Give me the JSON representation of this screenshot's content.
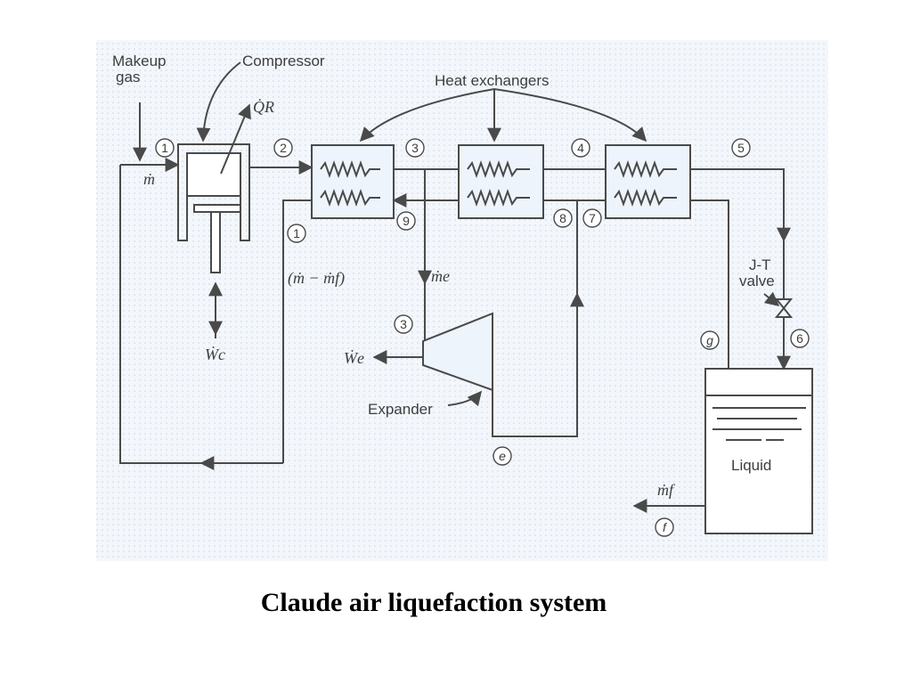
{
  "title": "Claude air liquefaction system",
  "labels": {
    "makeup_gas_line1": "Makeup",
    "makeup_gas_line2": "gas",
    "compressor": "Compressor",
    "heat_exchangers": "Heat exchangers",
    "expander": "Expander",
    "jt_valve_line1": "J-T",
    "jt_valve_line2": "valve",
    "liquid": "Liquid",
    "q_r": "Q̇R",
    "m_dot": "ṁ",
    "w_c": "Ẇc",
    "w_e": "Ẇe",
    "m_e": "ṁe",
    "m_f": "ṁf",
    "m_minus_mf": "(ṁ − ṁf)"
  },
  "state_points": [
    "1",
    "2",
    "3",
    "4",
    "5",
    "6",
    "7",
    "8",
    "9",
    "1",
    "3",
    "e",
    "f",
    "g"
  ],
  "colors": {
    "background": "#eef4fb",
    "line": "#4a4a4a"
  }
}
